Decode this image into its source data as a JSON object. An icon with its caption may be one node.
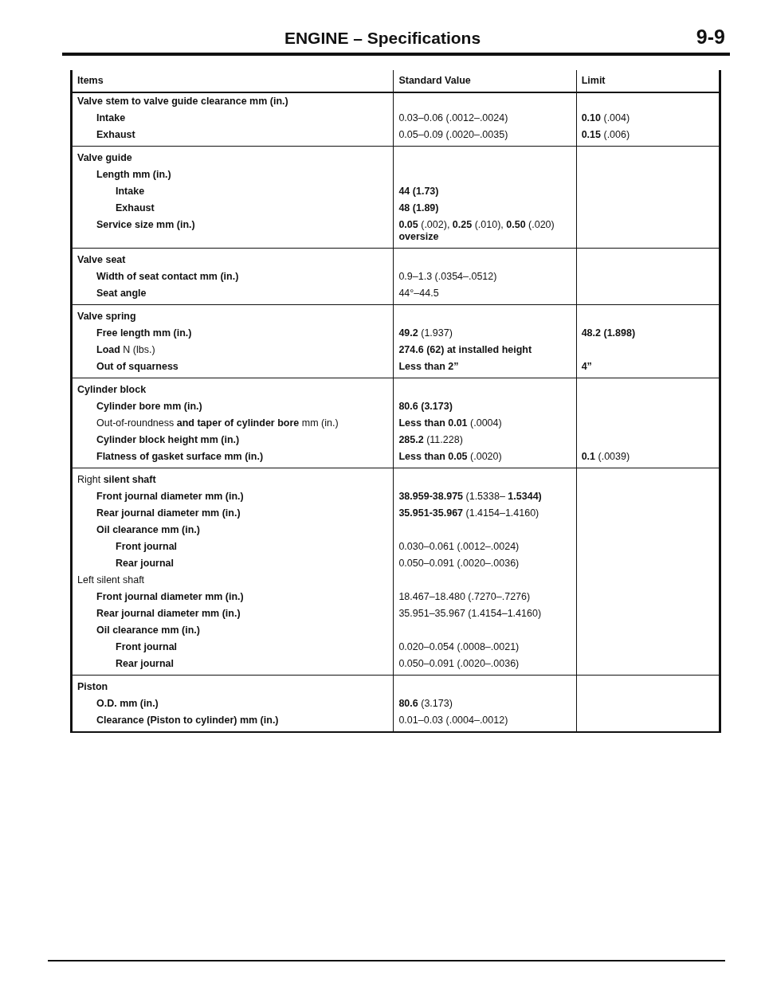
{
  "diagram": {
    "title": "ENGINE – Specifications",
    "labels": [
      "9-9",
      "Items",
      "Standard Value",
      "Limit",
      "Valve stem to valve guide clearance mm (in.)",
      "Intake",
      "0.03–0.06 (.0012–.0024)",
      "**0.10** (.004)",
      "Exhaust",
      "0.05–0.09 (.0020–.0035)",
      "**0.15** (.006)",
      "Valve guide",
      "Length mm (in.)",
      "Intake",
      "44 (1.73)",
      "Exhaust",
      "48 (1.89)",
      "Service size mm (in.)",
      "**0.05** (.002), **0.25** (.010), **0.50** (.020) **oversize**",
      "Valve seat",
      "Width of seat contact mm (in.)",
      "0.9–1.3 (.0354–.0512)",
      "Seat angle",
      "44°–44.5",
      "Valve spring",
      "Free length mm (in.)",
      "**49.2** (1.937)",
      "48.2 (1.898)",
      "**Load** N (lbs.)",
      "274.6 (62) at installed height",
      "Out of squarness",
      "Less than 2”",
      "4”",
      "Cylinder block",
      "Cylinder bore mm (in.)",
      "80.6 (3.173)",
      "Out-of-roundness **and taper of cylinder bore** mm (in.)",
      "**Less than 0.01** (.0004)",
      "Cylinder block height mm (in.)",
      "**285.2** (11.228)",
      "Flatness of gasket surface mm (in.)",
      "**Less than 0.05** (.0020)",
      "**0.1** (.0039)",
      "Right **silent shaft**",
      "Front journal diameter mm (in.)",
      "**38.959-38.975** (1.5338– **1.5344)**",
      "Rear journal diameter mm (in.)",
      "**35.951-35.967** (1.4154–1.4160)",
      "Oil clearance mm (in.)",
      "Front journal",
      "0.030–0.061 (.0012–.0024)",
      "Rear journal",
      "0.050–0.091 (.0020–.0036)",
      "Left silent shaft",
      "Front journal diameter mm (in.)",
      "18.467–18.480 (.7270–.7276)",
      "Rear journal diameter mm (in.)",
      "35.951–35.967 (1.4154–1.4160)",
      "Oil clearance mm (in.)",
      "Front journal",
      "0.020–0.054 (.0008–.0021)",
      "Rear journal",
      "0.050–0.091 (.0020–.0036)",
      "**Piston**",
      "O.D. mm (in.)",
      "**80.6** (3.173)",
      "Clearance (Piston to cylinder) mm (in.)",
      "0.01–0.03 (.0004–.0012)"
    ]
  }
}
